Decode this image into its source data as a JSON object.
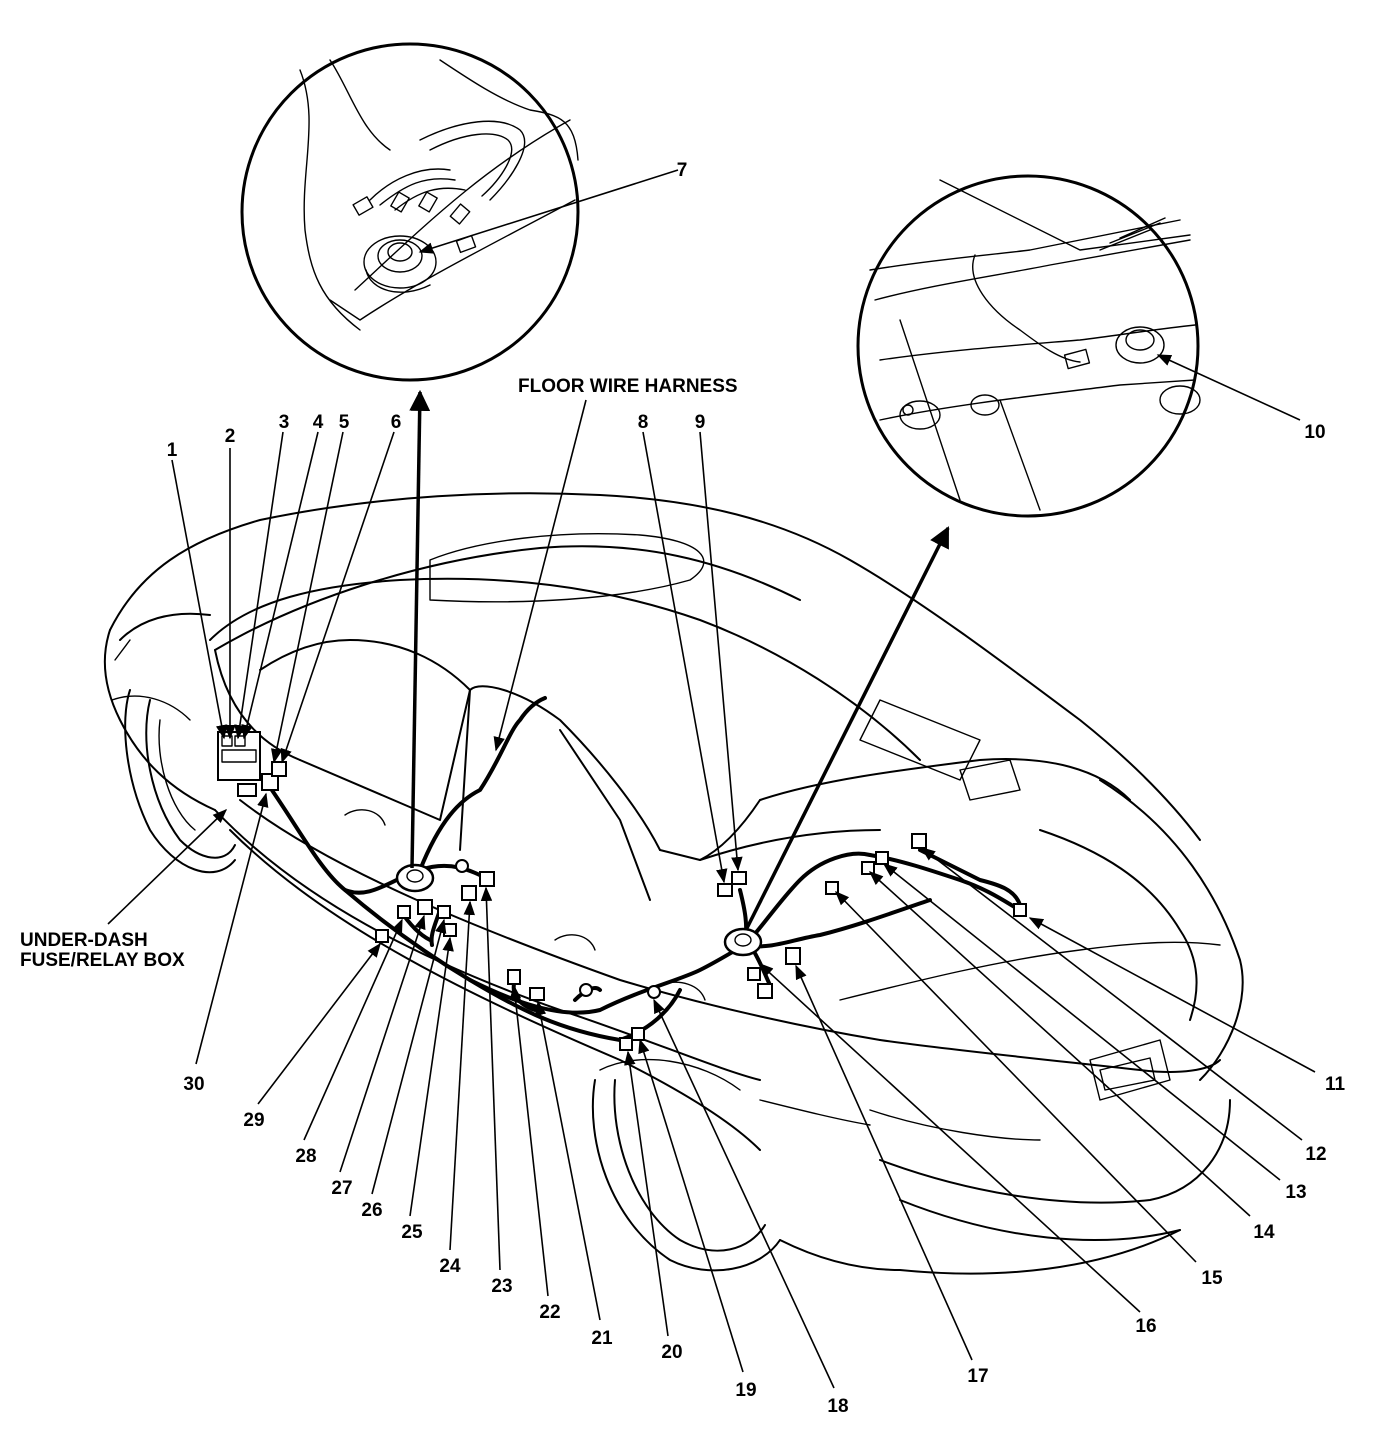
{
  "callouts": {
    "c1": "1",
    "c2": "2",
    "c3": "3",
    "c4": "4",
    "c5": "5",
    "c6": "6",
    "c7": "7",
    "c8": "8",
    "c9": "9",
    "c10": "10",
    "c11": "11",
    "c12": "12",
    "c13": "13",
    "c14": "14",
    "c15": "15",
    "c16": "16",
    "c17": "17",
    "c18": "18",
    "c19": "19",
    "c20": "20",
    "c21": "21",
    "c22": "22",
    "c23": "23",
    "c24": "24",
    "c25": "25",
    "c26": "26",
    "c27": "27",
    "c28": "28",
    "c29": "29",
    "c30": "30"
  },
  "captions": {
    "floor_harness": "FLOOR WIRE HARNESS",
    "fuse_box_line1": "UNDER-DASH",
    "fuse_box_line2": "FUSE/RELAY BOX"
  }
}
